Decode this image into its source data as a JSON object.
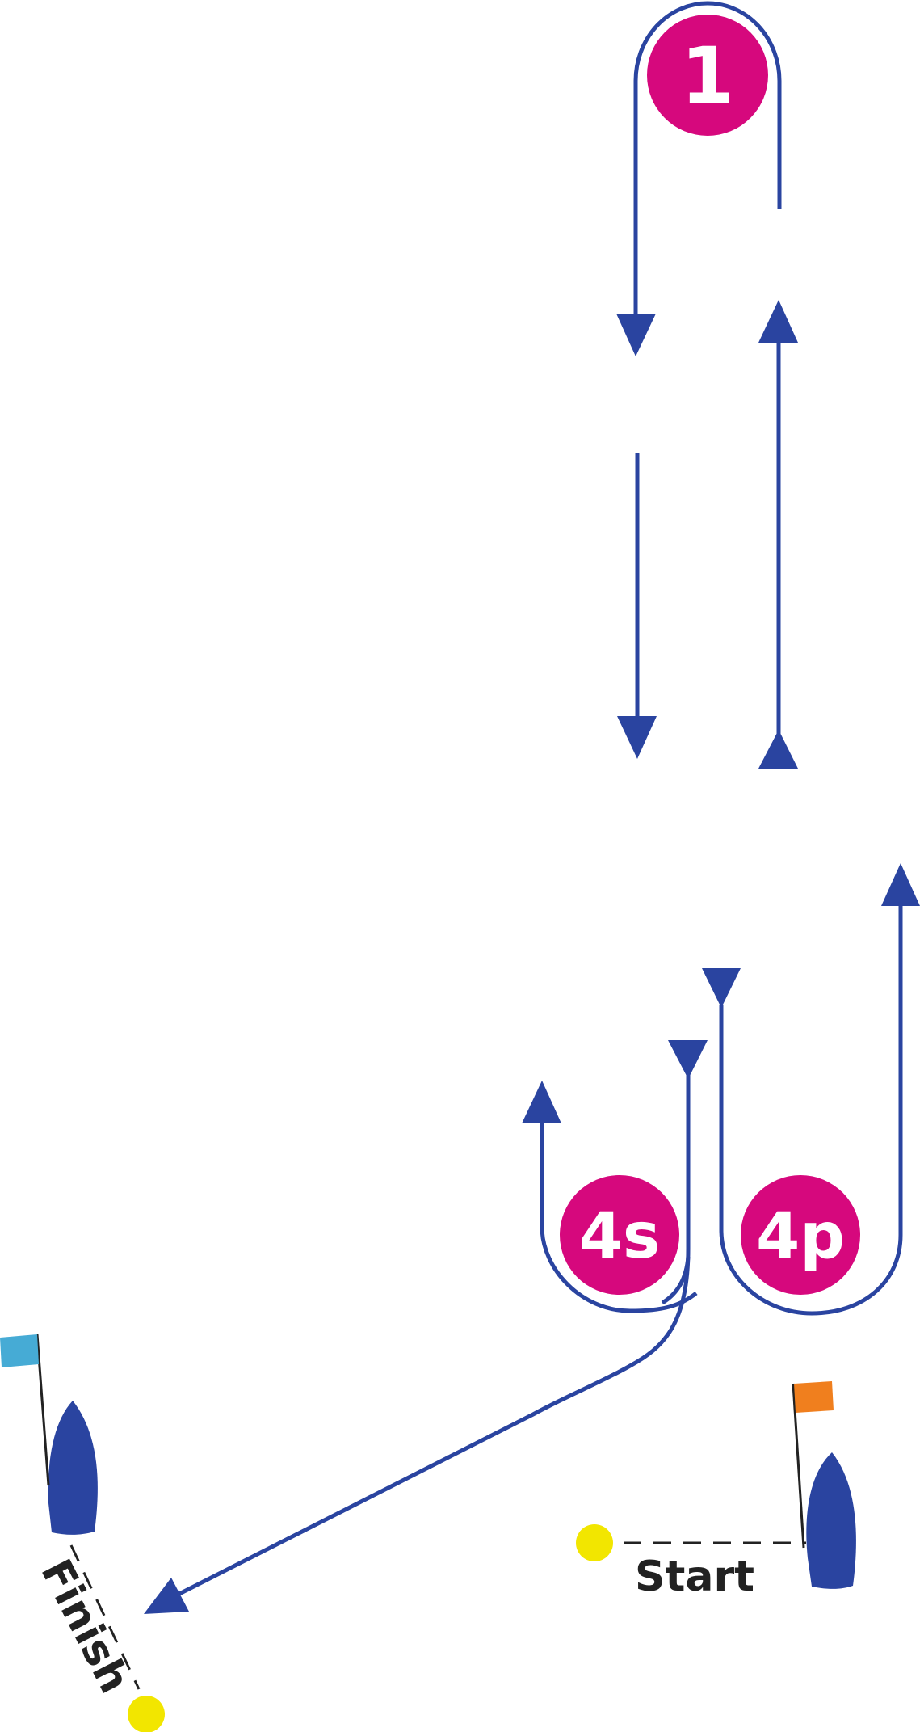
{
  "diagram": {
    "marks": {
      "mark_1": "1",
      "mark_4s": "4s",
      "mark_4p": "4p"
    },
    "labels": {
      "start": "Start",
      "finish": "Finish"
    },
    "colors": {
      "route": "#2a44a0",
      "mark": "#d6087d",
      "mark_text": "#ffffff",
      "boat": "#2a44a0",
      "start_flag": "#f07f1e",
      "finish_flag": "#46abd5",
      "pin_buoy": "#f2e600",
      "line": "#222222"
    }
  }
}
